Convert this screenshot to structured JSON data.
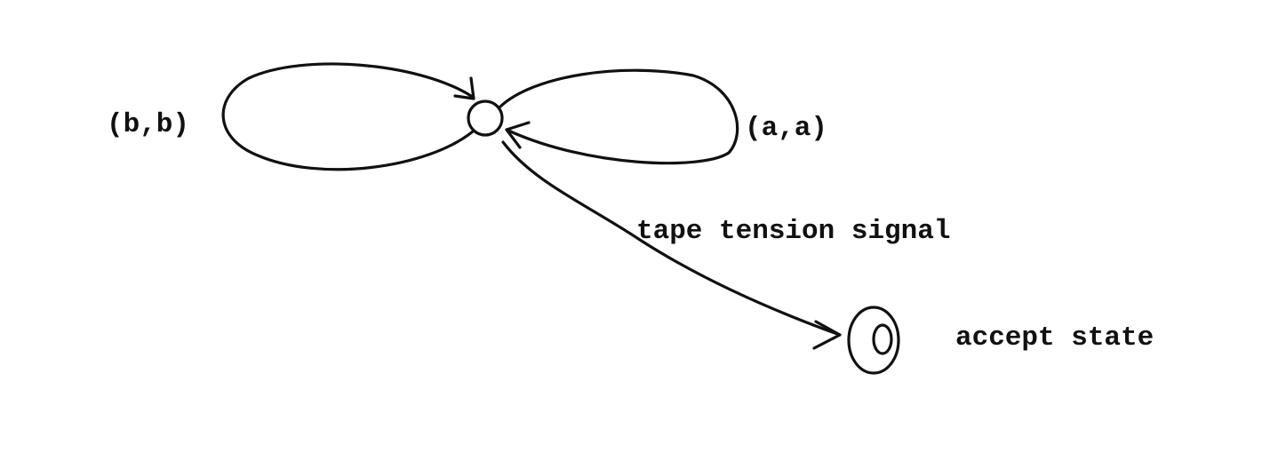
{
  "diagram": {
    "loop_left_label": "(b,b)",
    "loop_right_label": "(a,a)",
    "transition_label": "tape tension signal",
    "accept_label": "accept state",
    "ink_color": "#111111",
    "background": "#ffffff"
  }
}
